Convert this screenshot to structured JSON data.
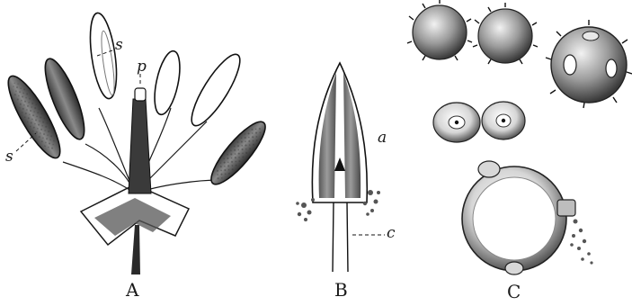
{
  "panels": {
    "a": {
      "label": "A",
      "callouts": {
        "s_top": "s",
        "p": "p",
        "s_left": "s"
      }
    },
    "b": {
      "label": "B",
      "callouts": {
        "a": "a",
        "c": "c"
      }
    },
    "c": {
      "label": "C"
    }
  },
  "colors": {
    "ink": "#1a1a1a",
    "paper": "#ffffff",
    "shade": "#6d6d6d",
    "dark": "#2e2e2e"
  }
}
